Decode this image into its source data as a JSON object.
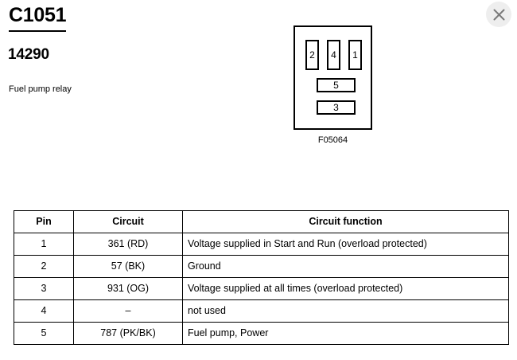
{
  "header": {
    "connector_id": "C1051",
    "part_number": "14290",
    "description": "Fuel pump relay"
  },
  "close_button": {
    "icon": "close-icon",
    "label": "✕"
  },
  "connector_diagram": {
    "caption": "F05064",
    "vertical_pins": [
      "2",
      "4",
      "1"
    ],
    "horizontal_pins": [
      "5",
      "3"
    ]
  },
  "pin_table": {
    "columns": [
      "Pin",
      "Circuit",
      "Circuit function"
    ],
    "rows": [
      {
        "pin": "1",
        "circuit": "361 (RD)",
        "function": "Voltage supplied in Start and Run (overload protected)"
      },
      {
        "pin": "2",
        "circuit": "57 (BK)",
        "function": "Ground"
      },
      {
        "pin": "3",
        "circuit": "931 (OG)",
        "function": "Voltage supplied at all times (overload protected)"
      },
      {
        "pin": "4",
        "circuit": "–",
        "function": "not used"
      },
      {
        "pin": "5",
        "circuit": "787 (PK/BK)",
        "function": "Fuel pump, Power"
      }
    ]
  },
  "colors": {
    "ink": "#000000",
    "page_background": "#ffffff",
    "close_button_background": "#eeeeee",
    "close_icon": "#7a7a7a"
  }
}
